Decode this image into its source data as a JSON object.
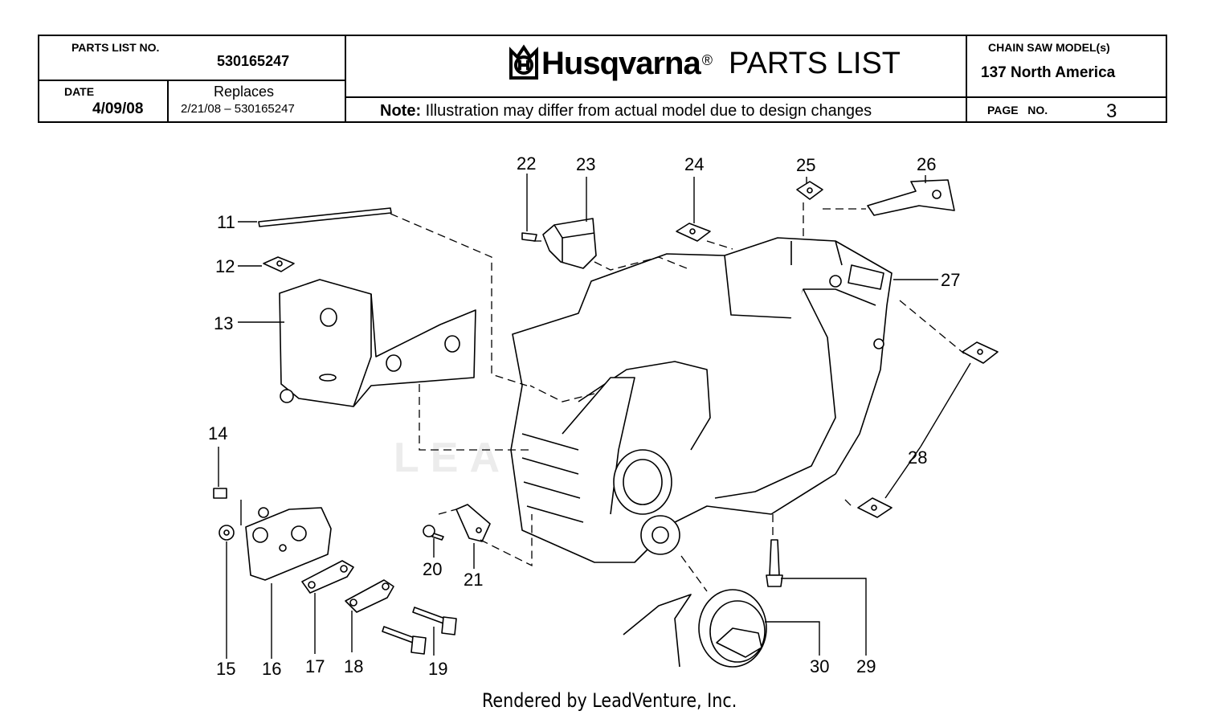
{
  "header": {
    "parts_list_no_label": "PARTS LIST NO.",
    "parts_list_no": "530165247",
    "date_label": "DATE",
    "date": "4/09/08",
    "replaces_label": "Replaces",
    "replaces": "2/21/08 – 530165247",
    "brand": "Husqvarna",
    "reg_mark": "®",
    "parts_list_title": "PARTS LIST",
    "note_label": "Note:",
    "note_text": " Illustration may differ from actual model due to design changes",
    "model_label": "CHAIN SAW MODEL(s)",
    "model": "137 North America",
    "page_label": "PAGE   NO.",
    "page_no": "3"
  },
  "callouts": [
    "11",
    "12",
    "13",
    "14",
    "15",
    "16",
    "17",
    "18",
    "19",
    "20",
    "21",
    "22",
    "23",
    "24",
    "25",
    "26",
    "27",
    "28",
    "29",
    "30"
  ],
  "watermark": "LEADVENTURE",
  "footer": "Rendered by LeadVenture, Inc."
}
